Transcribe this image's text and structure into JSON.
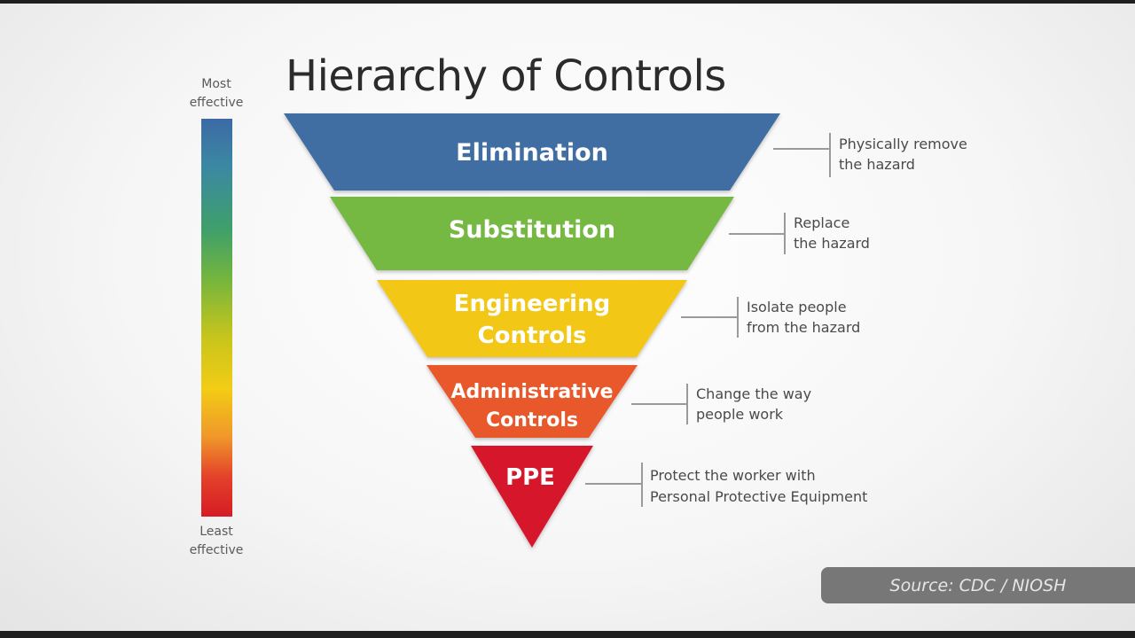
{
  "title": "Hierarchy of Controls",
  "scale": {
    "top_label_line1": "Most",
    "top_label_line2": "effective",
    "bottom_label_line1": "Least",
    "bottom_label_line2": "effective"
  },
  "levels": [
    {
      "id": "elimination",
      "name_lines": [
        "Elimination"
      ],
      "description_lines": [
        "Physically remove",
        "the hazard"
      ],
      "color": "#3f6ea3"
    },
    {
      "id": "substitution",
      "name_lines": [
        "Substitution"
      ],
      "description_lines": [
        "Replace",
        "the hazard"
      ],
      "color": "#74b843"
    },
    {
      "id": "engineering",
      "name_lines": [
        "Engineering",
        "Controls"
      ],
      "description_lines": [
        "Isolate people",
        "from the hazard"
      ],
      "color": "#f3c718"
    },
    {
      "id": "administrative",
      "name_lines": [
        "Administrative",
        "Controls"
      ],
      "description_lines": [
        "Change the way",
        "people work"
      ],
      "color": "#e8582a"
    },
    {
      "id": "ppe",
      "name_lines": [
        "PPE"
      ],
      "description_lines": [
        "Protect the worker with",
        "Personal Protective Equipment"
      ],
      "color": "#d6182a"
    }
  ],
  "source": "Source: CDC / NIOSH"
}
